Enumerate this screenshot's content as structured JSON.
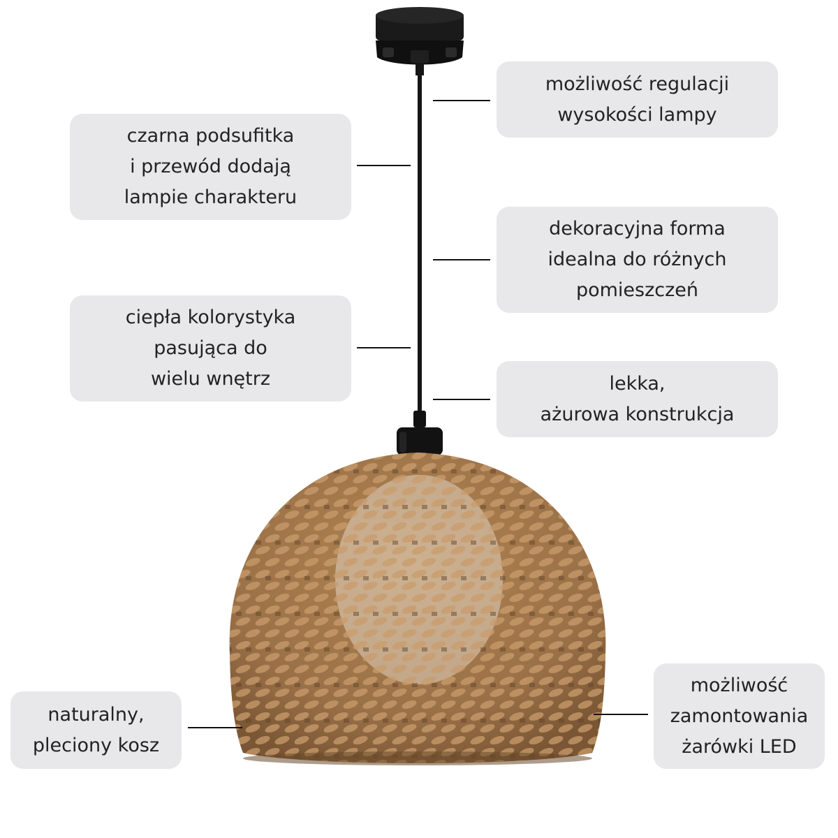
{
  "callouts": {
    "height_adjust": [
      "możliwość regulacji",
      "wysokości lampy"
    ],
    "black_canopy": [
      "czarna podsufitka",
      "i przewód dodają",
      "lampie charakteru"
    ],
    "decorative_form": [
      "dekoracyjna forma",
      "idealna do różnych",
      "pomieszczeń"
    ],
    "warm_colors": [
      "ciepła kolorystyka",
      "pasująca do",
      "wielu wnętrz"
    ],
    "light_structure": [
      "lekka,",
      "ażurowa konstrukcja"
    ],
    "woven_basket": [
      "naturalny,",
      "pleciony kosz"
    ],
    "led_bulb": [
      "możliwość",
      "zamontowania",
      "żarówki LED"
    ]
  },
  "colors": {
    "callout_bg": "#e8e8eb",
    "text": "#222222",
    "fixture_black": "#151515",
    "rope_base": "#a87c50",
    "rope_light": "#c89c6c",
    "rope_dark": "#5e4128"
  }
}
